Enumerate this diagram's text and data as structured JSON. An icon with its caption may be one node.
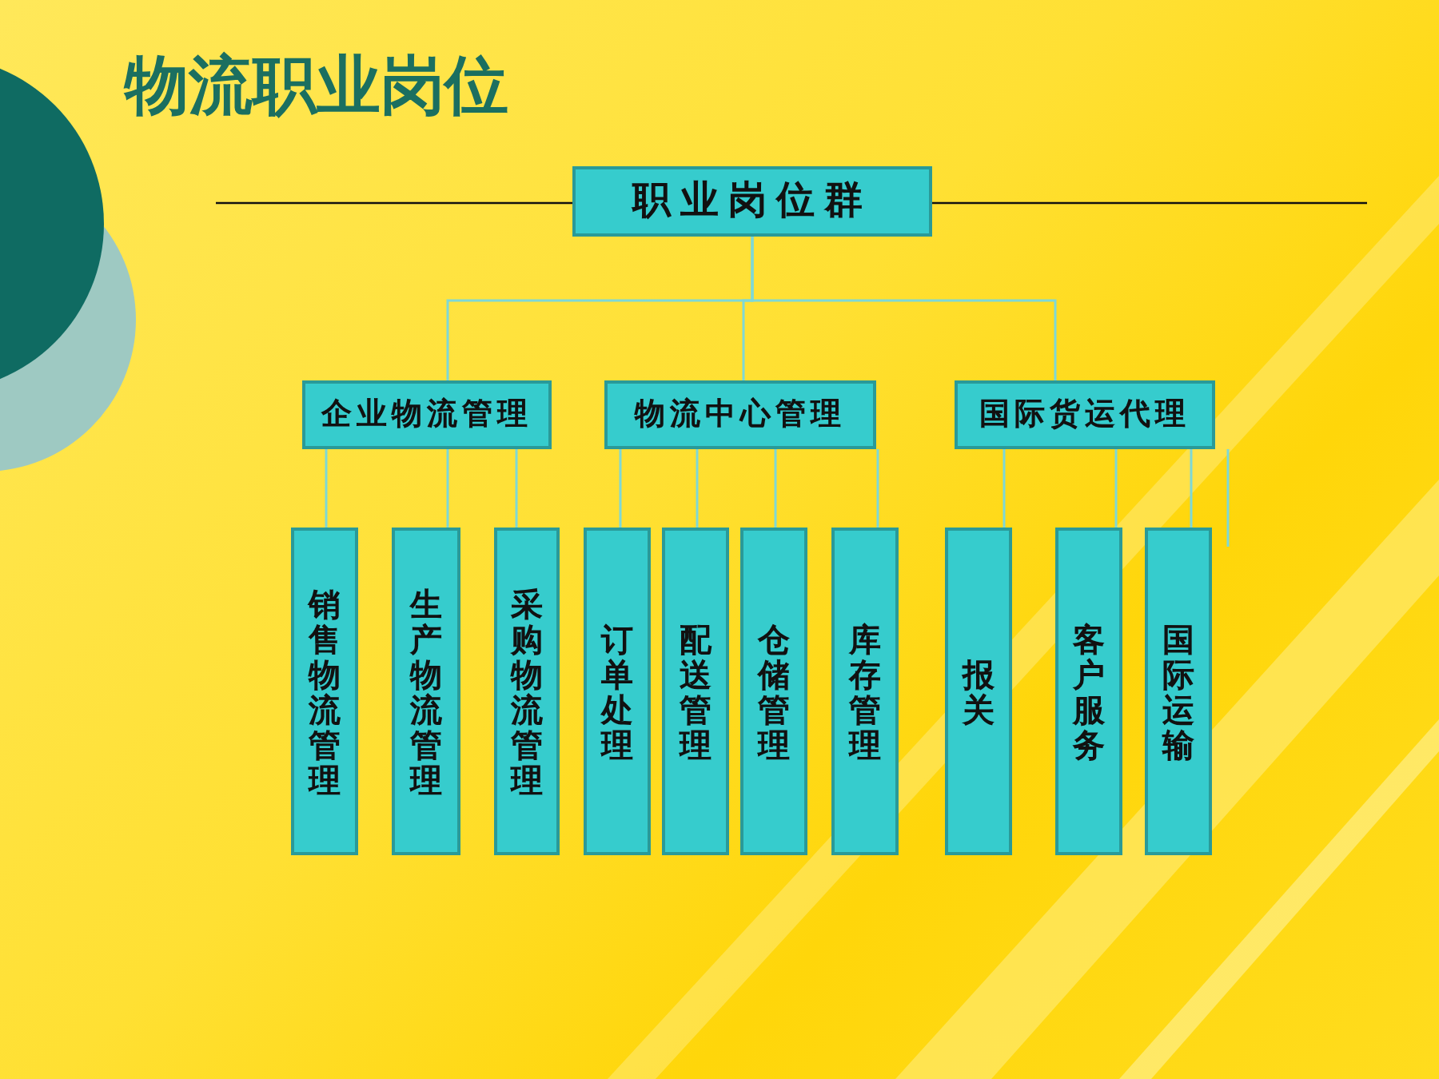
{
  "diagram": {
    "title": "物流职业岗位",
    "nodes": [
      {
        "text": [
          "职业岗位群"
        ]
      },
      {
        "text": [
          "企业物流管理"
        ]
      },
      {
        "text": [
          "物流中心管理"
        ]
      },
      {
        "text": [
          "国际货运代理"
        ]
      },
      {
        "text": [
          "销售物流管理"
        ]
      },
      {
        "text": [
          "生产物流管理"
        ]
      },
      {
        "text": [
          "采购物流管理"
        ]
      },
      {
        "text": [
          "订单处理"
        ]
      },
      {
        "text": [
          "配送管理"
        ]
      },
      {
        "text": [
          "仓储管理"
        ]
      },
      {
        "text": [
          "库存管理"
        ]
      },
      {
        "text": [
          "报关"
        ]
      },
      {
        "text": [
          "客户服务"
        ]
      },
      {
        "text": [
          "国际运输"
        ]
      }
    ],
    "edges": [
      {
        "from": 0,
        "to": 1,
        "arrow": "none"
      },
      {
        "from": 0,
        "to": 2,
        "arrow": "none"
      },
      {
        "from": 0,
        "to": 3,
        "arrow": "none"
      },
      {
        "from": 1,
        "to": 4,
        "arrow": "none"
      },
      {
        "from": 1,
        "to": 5,
        "arrow": "none"
      },
      {
        "from": 1,
        "to": 6,
        "arrow": "none"
      },
      {
        "from": 2,
        "to": 7,
        "arrow": "none"
      },
      {
        "from": 2,
        "to": 8,
        "arrow": "none"
      },
      {
        "from": 2,
        "to": 9,
        "arrow": "none"
      },
      {
        "from": 2,
        "to": 10,
        "arrow": "none"
      },
      {
        "from": 3,
        "to": 11,
        "arrow": "none"
      },
      {
        "from": 3,
        "to": 12,
        "arrow": "none"
      },
      {
        "from": 3,
        "to": 13,
        "arrow": "none"
      }
    ]
  }
}
